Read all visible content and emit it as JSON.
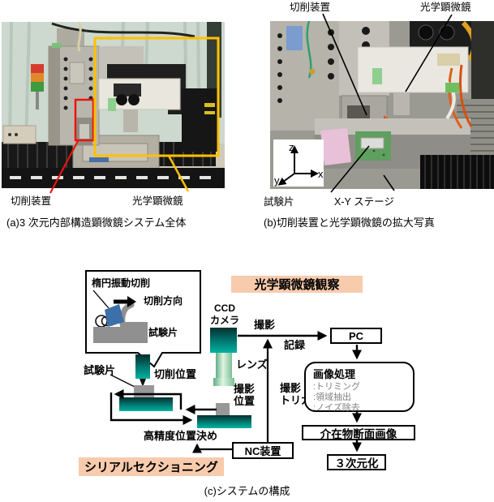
{
  "panel_a": {
    "annotation_cutting": "切削装置",
    "annotation_microscope": "光学顕微鏡",
    "caption": "(a)3 次元内部構造顕微鏡システム全体",
    "colors": {
      "cutting_box": "#e8150a",
      "microscope_box": "#ffc000"
    }
  },
  "panel_b": {
    "label_cutting": "切削装置",
    "label_microscope": "光学顕微鏡",
    "label_specimen": "試験片",
    "label_stage": "X-Y ステージ",
    "axes": {
      "x": "x",
      "y": "y",
      "z": "z"
    },
    "caption": "(b)切削装置と光学顕微鏡の拡大写真"
  },
  "diagram": {
    "callout": {
      "title": "楕円振動切削",
      "direction": "切削方向",
      "specimen": "試験片"
    },
    "specimen": "試験片",
    "cutting_position": "切削位置",
    "shooting_position": "撮影\n位置",
    "positioning": "高精度位置決め",
    "serial_sectioning": "シリアルセクショニング",
    "optical_observation": "光学顕微鏡観察",
    "ccd_camera": "CCD\nカメラ",
    "lens": "レンズ",
    "shoot": "撮影",
    "record": "記録",
    "trigger": "撮影\nトリガ",
    "nc_device": "NC装置",
    "pc": "PC",
    "image_processing": {
      "title": "画像処理",
      "items": [
        ":トリミング",
        ":領域抽出",
        ":ノイズ除去"
      ]
    },
    "inclusion_image": "介在物断面画像",
    "three_d": "３次元化",
    "caption": "(c)システムの構成",
    "colors": {
      "highlight": "#f8cbad",
      "teal": "#00a79b",
      "tool_blue": "#3d6fa8"
    }
  }
}
